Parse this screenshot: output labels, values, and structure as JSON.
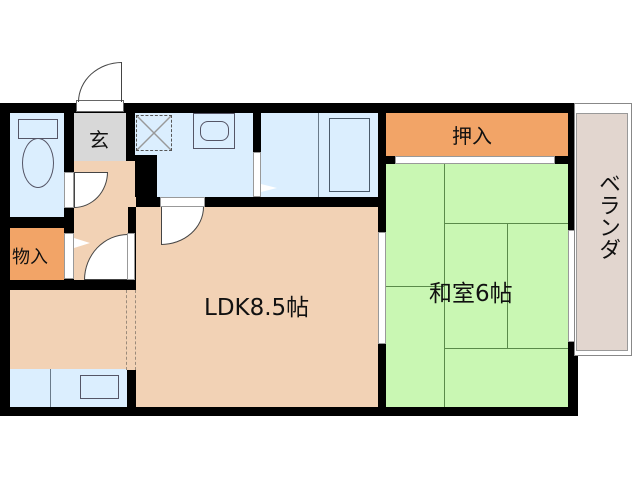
{
  "floorplan": {
    "colors": {
      "wall": "#000000",
      "wet_area": "#dbeefe",
      "ldk": "#f2d2b5",
      "storage": "#f2a467",
      "entrance": "#d8d8d8",
      "washitsu": "#c9f7b3",
      "veranda": "#e2d6cf",
      "background": "#ffffff"
    },
    "rooms": {
      "entrance": {
        "label": "玄"
      },
      "storage_west": {
        "label": "物入"
      },
      "ldk": {
        "label": "LDK8.5帖"
      },
      "washitsu": {
        "label": "和室6帖"
      },
      "oshiire": {
        "label": "押入"
      },
      "veranda": {
        "label": "ベランダ"
      }
    }
  }
}
